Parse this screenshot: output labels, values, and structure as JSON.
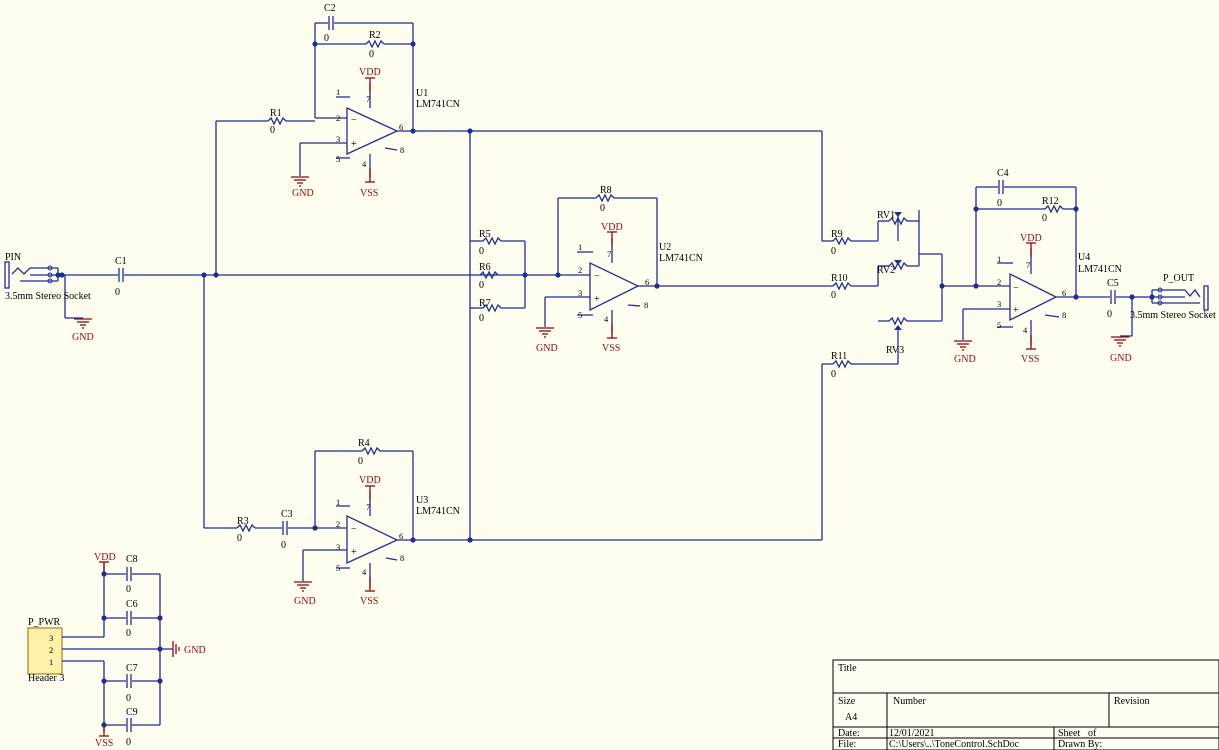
{
  "colors": {
    "background": "#fffdf0",
    "wire": "#1e2f8f",
    "power": "#8b0d0d"
  },
  "connectors": {
    "pin": {
      "name": "PIN",
      "type": "3.5mm Stereo Socket"
    },
    "pout": {
      "name": "P_OUT",
      "type": "3.5mm Stereo Socket"
    },
    "ppwr": {
      "name": "P_PWR",
      "type": "Header 3",
      "pins": [
        "3",
        "2",
        "1"
      ]
    }
  },
  "opamps": [
    {
      "ref": "U1",
      "part": "LM741CN"
    },
    {
      "ref": "U2",
      "part": "LM741CN"
    },
    {
      "ref": "U3",
      "part": "LM741CN"
    },
    {
      "ref": "U4",
      "part": "LM741CN"
    }
  ],
  "pin_numbers": {
    "p1": "1",
    "p2": "2",
    "p3": "3",
    "p4": "4",
    "p5": "5",
    "p6": "6",
    "p7": "7",
    "p8": "8",
    "minus": "−",
    "plus": "+"
  },
  "resistors": {
    "R1": {
      "ref": "R1",
      "value": "0"
    },
    "R2": {
      "ref": "R2",
      "value": "0"
    },
    "R3": {
      "ref": "R3",
      "value": "0"
    },
    "R4": {
      "ref": "R4",
      "value": "0"
    },
    "R5": {
      "ref": "R5",
      "value": "0"
    },
    "R6": {
      "ref": "R6",
      "value": "0"
    },
    "R7": {
      "ref": "R7",
      "value": "0"
    },
    "R8": {
      "ref": "R8",
      "value": "0"
    },
    "R9": {
      "ref": "R9",
      "value": "0"
    },
    "R10": {
      "ref": "R10",
      "value": "0"
    },
    "R11": {
      "ref": "R11",
      "value": "0"
    },
    "R12": {
      "ref": "R12",
      "value": "0"
    }
  },
  "capacitors": {
    "C1": {
      "ref": "C1",
      "value": "0"
    },
    "C2": {
      "ref": "C2",
      "value": "0"
    },
    "C3": {
      "ref": "C3",
      "value": "0"
    },
    "C4": {
      "ref": "C4",
      "value": "0"
    },
    "C5": {
      "ref": "C5",
      "value": "0"
    },
    "C6": {
      "ref": "C6",
      "value": "0"
    },
    "C7": {
      "ref": "C7",
      "value": "0"
    },
    "C8": {
      "ref": "C8",
      "value": "0"
    },
    "C9": {
      "ref": "C9",
      "value": "0"
    }
  },
  "pots": [
    "RV1",
    "RV2",
    "RV3"
  ],
  "power": {
    "vdd": "VDD",
    "vss": "VSS",
    "gnd": "GND"
  },
  "title_block": {
    "title_label": "Title",
    "size_label": "Size",
    "size_value": "A4",
    "number_label": "Number",
    "revision_label": "Revision",
    "date_label": "Date:",
    "date_value": "12/01/2021",
    "file_label": "File:",
    "file_value": "C:\\Users\\..\\ToneControl.SchDoc",
    "sheet_label": "Sheet",
    "of_label": "of",
    "drawn_label": "Drawn By:"
  }
}
